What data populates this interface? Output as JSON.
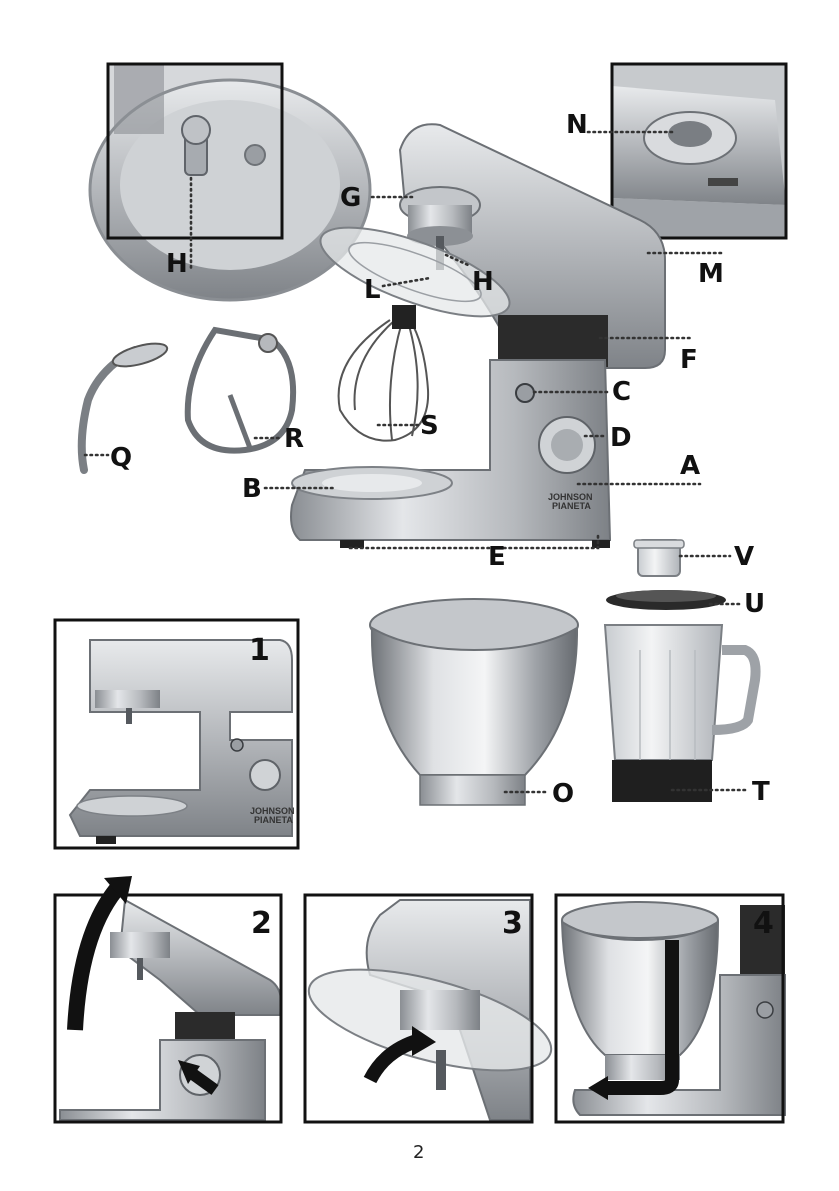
{
  "labels": {
    "A": "A",
    "B": "B",
    "C": "C",
    "D": "D",
    "E": "E",
    "F": "F",
    "G": "G",
    "H1": "H",
    "H2": "H",
    "L": "L",
    "M": "M",
    "N": "N",
    "O": "O",
    "Q": "Q",
    "R": "R",
    "S": "S",
    "T": "T",
    "U": "U",
    "V": "V"
  },
  "steps": [
    "1",
    "2",
    "3",
    "4"
  ],
  "brand": {
    "line1": "JOHNSON",
    "line2": "PIANETA"
  },
  "page_number": "2",
  "colors": {
    "metal": "#b9bcc0",
    "metal_dark": "#7e8287",
    "metal_light": "#e3e5e8",
    "rubber": "#222222"
  }
}
